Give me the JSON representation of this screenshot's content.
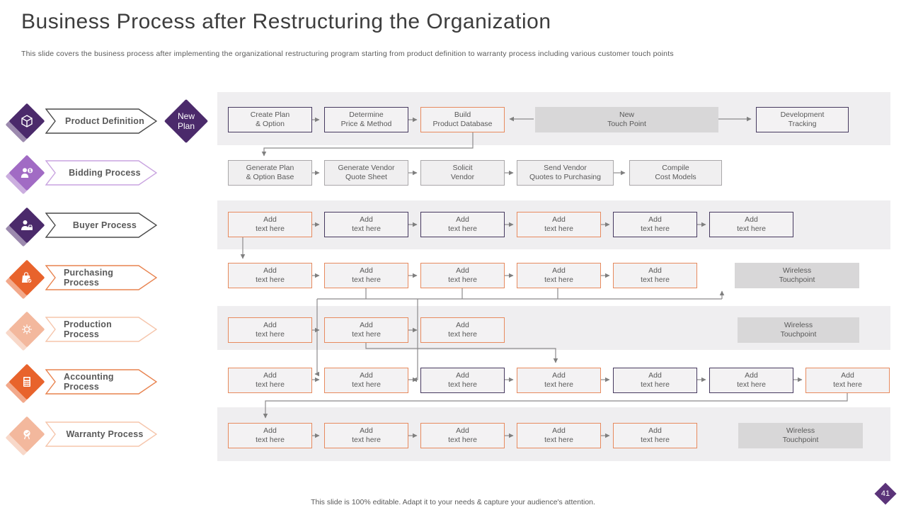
{
  "slide": {
    "title": "Business Process after Restructuring the Organization",
    "subtitle": "This slide covers the business process after implementing the organizational restructuring program starting from product definition to warranty process including various customer touch points",
    "footer_note": "This slide is 100% editable. Adapt it to your needs & capture your audience's attention.",
    "page_number": "41"
  },
  "colors": {
    "dark_purple": "#4b2a6b",
    "light_purple": "#a16bc4",
    "orange": "#e8632c",
    "light_salmon": "#f3b89d",
    "purple_box_border": "#46395f",
    "orange_box_border": "#e78a5e",
    "gray_box_fill": "#d8d7d8",
    "band_gray": "#efeef0",
    "text_gray": "#595959"
  },
  "new_plan": {
    "label": "New Plan"
  },
  "sidebar": {
    "items": [
      {
        "label": "Product Definition",
        "icon": "cube-icon"
      },
      {
        "label": "Bidding Process",
        "icon": "person-dollar-icon"
      },
      {
        "label": "Buyer Process",
        "icon": "person-basket-icon"
      },
      {
        "label": "Purchasing Process",
        "icon": "bag-check-icon"
      },
      {
        "label": "Production Process",
        "icon": "gears-icon"
      },
      {
        "label": "Accounting Process",
        "icon": "calculator-icon"
      },
      {
        "label": "Warranty Process",
        "icon": "badge-check-icon"
      }
    ]
  },
  "flows": {
    "product": {
      "boxes": [
        {
          "l1": "Create Plan",
          "l2": "& Option"
        },
        {
          "l1": "Determine",
          "l2": "Price & Method"
        },
        {
          "l1": "Build",
          "l2": "Product Database"
        }
      ],
      "touchpoint": {
        "l1": "New",
        "l2": "Touch Point"
      },
      "tracking": {
        "l1": "Development",
        "l2": "Tracking"
      }
    },
    "bidding": {
      "boxes": [
        {
          "l1": "Generate Plan",
          "l2": "& Option Base"
        },
        {
          "l1": "Generate Vendor",
          "l2": "Quote Sheet"
        },
        {
          "l1": "Solicit",
          "l2": "Vendor"
        },
        {
          "l1": "Send Vendor",
          "l2": "Quotes to Purchasing"
        },
        {
          "l1": "Compile",
          "l2": "Cost Models"
        }
      ]
    },
    "buyer": {
      "boxes": [
        {
          "l1": "Add",
          "l2": "text here"
        },
        {
          "l1": "Add",
          "l2": "text here"
        },
        {
          "l1": "Add",
          "l2": "text here"
        },
        {
          "l1": "Add",
          "l2": "text here"
        },
        {
          "l1": "Add",
          "l2": "text here"
        },
        {
          "l1": "Add",
          "l2": "text here"
        }
      ]
    },
    "purchasing": {
      "boxes": [
        {
          "l1": "Add",
          "l2": "text here"
        },
        {
          "l1": "Add",
          "l2": "text here"
        },
        {
          "l1": "Add",
          "l2": "text here"
        },
        {
          "l1": "Add",
          "l2": "text here"
        },
        {
          "l1": "Add",
          "l2": "text here"
        }
      ],
      "touchpoint": {
        "l1": "Wireless",
        "l2": "Touchpoint"
      }
    },
    "production": {
      "boxes": [
        {
          "l1": "Add",
          "l2": "text here"
        },
        {
          "l1": "Add",
          "l2": "text here"
        },
        {
          "l1": "Add",
          "l2": "text here"
        }
      ],
      "touchpoint": {
        "l1": "Wireless",
        "l2": "Touchpoint"
      }
    },
    "accounting": {
      "boxes": [
        {
          "l1": "Add",
          "l2": "text here"
        },
        {
          "l1": "Add",
          "l2": "text here"
        },
        {
          "l1": "Add",
          "l2": "text here"
        },
        {
          "l1": "Add",
          "l2": "text here"
        },
        {
          "l1": "Add",
          "l2": "text here"
        },
        {
          "l1": "Add",
          "l2": "text here"
        },
        {
          "l1": "Add",
          "l2": "text here"
        }
      ]
    },
    "warranty": {
      "boxes": [
        {
          "l1": "Add",
          "l2": "text here"
        },
        {
          "l1": "Add",
          "l2": "text here"
        },
        {
          "l1": "Add",
          "l2": "text here"
        },
        {
          "l1": "Add",
          "l2": "text here"
        },
        {
          "l1": "Add",
          "l2": "text here"
        }
      ],
      "touchpoint": {
        "l1": "Wireless",
        "l2": "Touchpoint"
      }
    }
  }
}
